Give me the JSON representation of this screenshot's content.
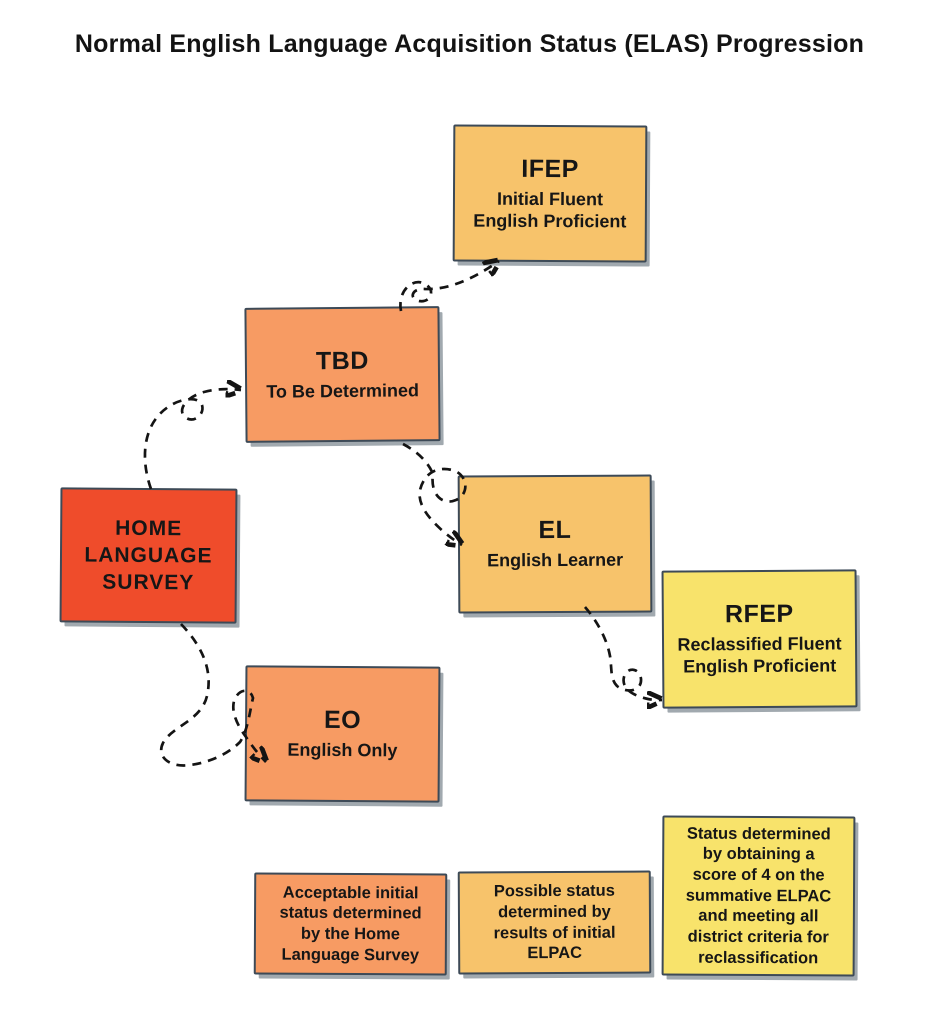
{
  "title": "Normal English Language Acquisition Status (ELAS) Progression",
  "colors": {
    "red": "#EF4C2B",
    "orange": "#F79B63",
    "amber": "#F7C36B",
    "yellow": "#F8E36B",
    "border": "#3D4A57",
    "arrow": "#141414"
  },
  "nodes": {
    "hls": {
      "label": "HOME\nLANGUAGE\nSURVEY"
    },
    "tbd": {
      "abbr": "TBD",
      "name": "To Be Determined"
    },
    "ifep": {
      "abbr": "IFEP",
      "name": "Initial Fluent\nEnglish Proficient"
    },
    "el": {
      "abbr": "EL",
      "name": "English Learner"
    },
    "eo": {
      "abbr": "EO",
      "name": "English Only"
    },
    "rfep": {
      "abbr": "RFEP",
      "name": "Reclassified Fluent\nEnglish Proficient"
    }
  },
  "edges": [
    {
      "from": "HOME LANGUAGE SURVEY",
      "to": "TBD"
    },
    {
      "from": "HOME LANGUAGE SURVEY",
      "to": "EO"
    },
    {
      "from": "TBD",
      "to": "IFEP"
    },
    {
      "from": "TBD",
      "to": "EL"
    },
    {
      "from": "EL",
      "to": "RFEP"
    }
  ],
  "legend": [
    {
      "text": "Acceptable initial\nstatus determined\nby the Home\nLanguage Survey"
    },
    {
      "text": "Possible status\ndetermined by\nresults of initial\nELPAC"
    },
    {
      "text": "Status determined\nby obtaining a\nscore of 4 on the\nsummative ELPAC\nand meeting all\ndistrict criteria for\nreclassification"
    }
  ]
}
